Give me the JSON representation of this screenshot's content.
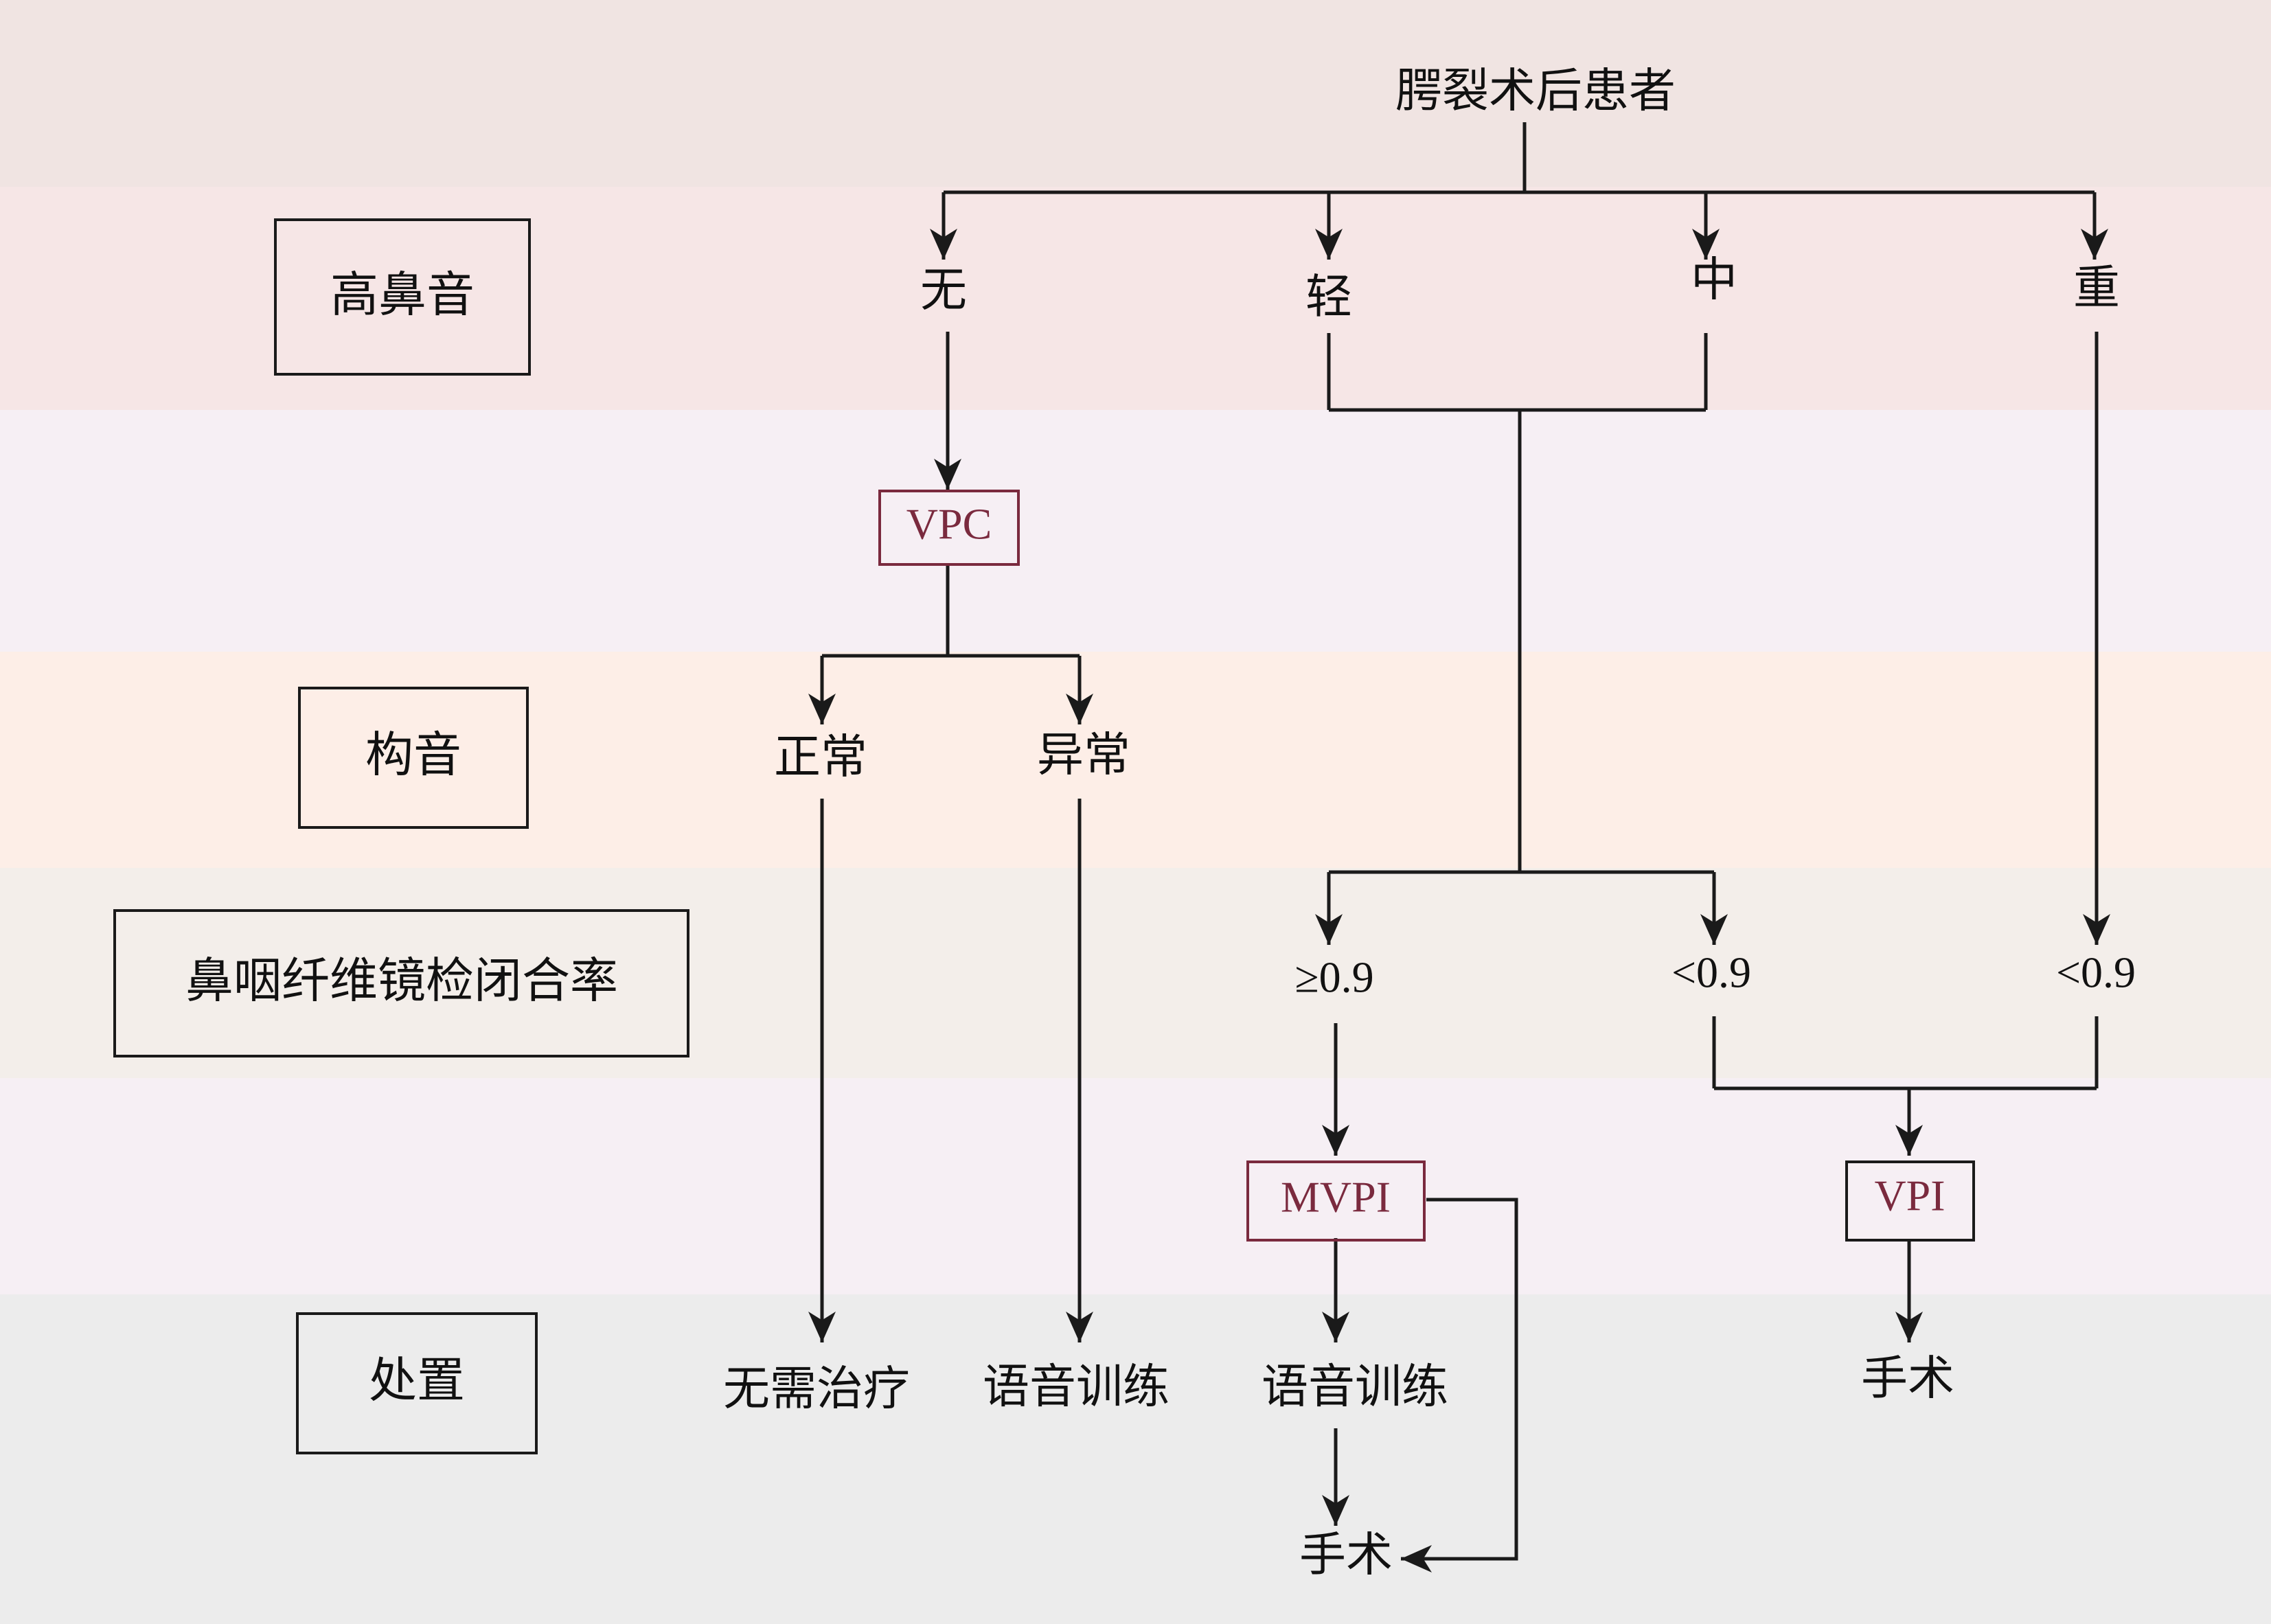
{
  "colors": {
    "band_1": "#f0e4e2",
    "band_2": "#f6e6e6",
    "band_3": "#f6eff4",
    "band_4": "#fdeee7",
    "band_5": "#f3eeea",
    "band_6": "#f6eff4",
    "band_7": "#ececec",
    "line": "#1a1a1a",
    "highlight_box": "#7a2a3e"
  },
  "categories": {
    "nasality": "高鼻音",
    "articulation": "构音",
    "closure_rate": "鼻咽纤维镜检闭合率",
    "treatment": "处置"
  },
  "root": "腭裂术后患者",
  "nasality": {
    "none": "无",
    "mild": "轻",
    "moderate": "中",
    "severe": "重"
  },
  "vpc": "VPC",
  "articulation": {
    "normal": "正常",
    "abnormal": "异常"
  },
  "closure": {
    "ge": "≥0.9",
    "lt_mid": "<0.9",
    "lt_right": "<0.9"
  },
  "mvpi": "MVPI",
  "vpi": "VPI",
  "treatment": {
    "no_treatment": "无需治疗",
    "speech_training_1": "语音训练",
    "speech_training_2": "语音训练",
    "surgery_mvpi": "手术",
    "surgery_vpi": "手术"
  }
}
